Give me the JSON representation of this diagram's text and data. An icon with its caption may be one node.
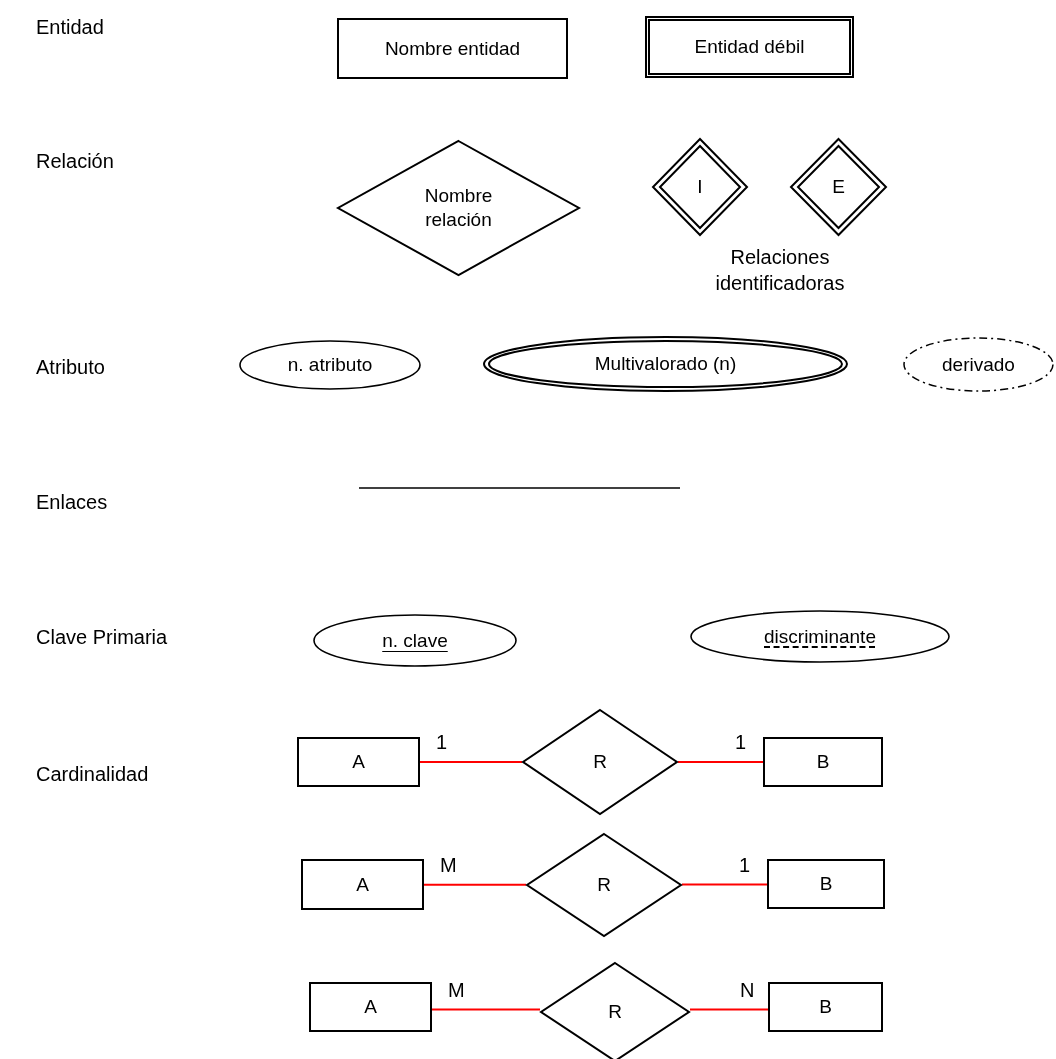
{
  "diagram": {
    "nodes": [
      {
        "text": [
          "Nombre entidad"
        ]
      },
      {
        "text": [
          "Entidad débil"
        ]
      },
      {
        "text": [
          "Nombre relación"
        ]
      },
      {
        "text": [
          "I"
        ]
      },
      {
        "text": [
          "E"
        ]
      },
      {
        "text": [
          "n. atributo"
        ]
      },
      {
        "text": [
          "Multivalorado (n)"
        ]
      },
      {
        "text": [
          "derivado"
        ]
      },
      {
        "text": [
          "n. clave"
        ]
      },
      {
        "text": [
          "discriminante"
        ]
      },
      {
        "text": [
          "A"
        ]
      },
      {
        "text": [
          "R"
        ]
      },
      {
        "text": [
          "B"
        ]
      },
      {
        "text": [
          "A"
        ]
      },
      {
        "text": [
          "R"
        ]
      },
      {
        "text": [
          "B"
        ]
      },
      {
        "text": [
          "A"
        ]
      },
      {
        "text": [
          "R"
        ]
      },
      {
        "text": [
          "B"
        ]
      }
    ],
    "edges": [
      {
        "from": 10,
        "to": 11,
        "arrow": "none",
        "label": "1"
      },
      {
        "from": 11,
        "to": 12,
        "arrow": "none",
        "label": "1"
      },
      {
        "from": 13,
        "to": 14,
        "arrow": "none",
        "label": "M"
      },
      {
        "from": 14,
        "to": 15,
        "arrow": "none",
        "label": "1"
      },
      {
        "from": 16,
        "to": 17,
        "arrow": "none",
        "label": "M"
      },
      {
        "from": 17,
        "to": 18,
        "arrow": "none",
        "label": "N"
      }
    ],
    "labels": [
      "Entidad",
      "Relación",
      "Relaciones identificadoras",
      "Atributo",
      "Enlaces",
      "Clave Primaria",
      "Cardinalidad"
    ]
  }
}
